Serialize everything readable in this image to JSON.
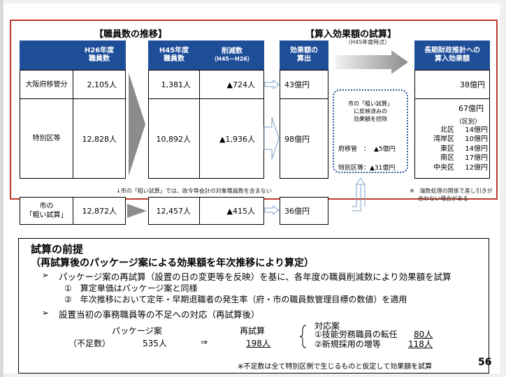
{
  "left_section": {
    "title": "【職員数の推移】",
    "h26_header": [
      "H26年度",
      "職員数"
    ],
    "h45_header": [
      "H45年度",
      "職員数"
    ],
    "reduction_header": [
      "削減数",
      "（H45－H26）"
    ],
    "rows": [
      {
        "label": "大阪府移管分",
        "h26": "2,105人",
        "h45": "1,381人",
        "reduction": "▲724人"
      },
      {
        "label": "特別区等",
        "h26": "12,828人",
        "h45": "10,892人",
        "reduction": "▲1,936人"
      },
      {
        "label_line1": "市の",
        "label_line2": "「粗い試算」",
        "h26": "12,872人",
        "h45": "12,457人",
        "reduction": "▲415人"
      }
    ],
    "note": "↓市の「粗い試算」では、政令等会計の対象職員数を含まない"
  },
  "right_section": {
    "title": "【算入効果額の試算】",
    "subtitle": "（H45年度時点）",
    "effect_header": [
      "効果額の",
      "算出"
    ],
    "long_term_header": [
      "長期財政推計への",
      "算入効果額"
    ],
    "effects": [
      "43億円",
      "98億円",
      "36億円"
    ],
    "long_term_osaka": "38億円",
    "long_term_special": "67億円",
    "district_label": "（区別）",
    "districts": [
      {
        "name": "北区",
        "value": "14億円"
      },
      {
        "name": "湾岸区",
        "value": "10億円"
      },
      {
        "name": "東区",
        "value": "14億円"
      },
      {
        "name": "南区",
        "value": "17億円"
      },
      {
        "name": "中央区",
        "value": "12億円"
      }
    ],
    "deduction_box": {
      "title_lines": [
        "市の「粗い試算」",
        "に反映済みの",
        "効果額を控除"
      ],
      "line1_label": "府移管　：",
      "line1_value": "▲5億円",
      "line2_label": "特別区等：",
      "line2_value": "▲31億円"
    },
    "footnote_line1": "※　端数処理の関係で差し引きが",
    "footnote_line2": "合わない場合がある"
  },
  "bottom_box": {
    "heading": "試算の前提",
    "subheading": "（再試算後のパッケージ案による効果額を年次推移により算定）",
    "bullet1": "パッケージ案の再試算（設置の日の変更等を反映）を基に、各年度の職員削減数により効果額を試算",
    "sub1": "①　算定単価はパッケージ案と同様",
    "sub2": "②　年次推移において定年・早期退職者の発生率（府・市の職員数管理目標の数値）を適用",
    "bullet2": "設置当初の事務職員等の不足への対応（再試算後）",
    "package_label": "パッケージ案",
    "shortage_label": "（不足数）",
    "package_value": "535人",
    "arrow": "⇒",
    "recalc_label": "再試算",
    "recalc_value": "198人",
    "response_label": "対応案",
    "response1": "①技能労務職員の転任",
    "response1_value": "80人",
    "response2": "②新規採用の増等",
    "response2_value": "118人",
    "note": "※不足数は全て特別区側で生じるものと仮定して効果額を試算"
  },
  "page_number": "56",
  "colors": {
    "header_blue": "#1f4e99",
    "red_frame": "#c0392b",
    "dotted_blue": "#2e5a9c"
  }
}
